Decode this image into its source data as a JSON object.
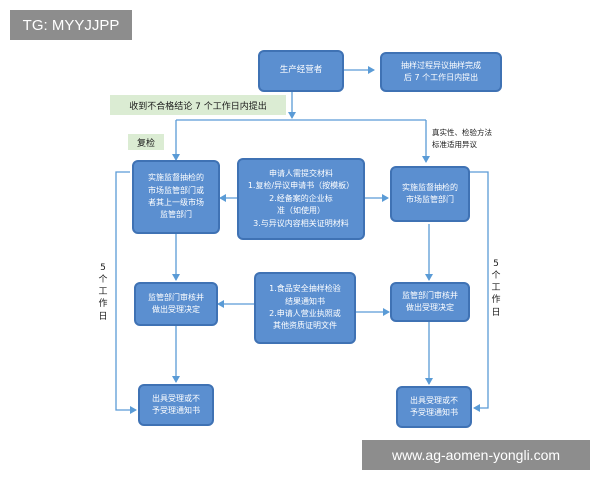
{
  "watermarks": {
    "top": "TG: MYYJJPP",
    "bottom": "www.ag-aomen-yongli.com"
  },
  "nodes": {
    "producer": [
      "生产经营者"
    ],
    "retest_deadline": [
      "抽样过程异议抽样完成",
      "后 7 个工作日内提出"
    ],
    "local_authority": [
      "实施监督抽检的",
      "市场监管部门或",
      "者其上一级市场",
      "监管部门"
    ],
    "materials": [
      "申请人需提交材料",
      "1.复检/异议申请书（按模板）",
      "2.经备案的企业标",
      "准（如使用）",
      "3.与异议内容相关证明材料"
    ],
    "sampling_authority": [
      "实施监督抽检的",
      "市场监管部门"
    ],
    "review_left": [
      "监管部门审核并",
      "做出受理决定"
    ],
    "documents": [
      "1.食品安全抽样检验",
      "结果通知书",
      "2.申请人营业执照或",
      "其他资质证明文件"
    ],
    "review_right": [
      "监管部门审核并",
      "做出受理决定"
    ],
    "notice_left": [
      "出具受理或不",
      "予受理通知书"
    ],
    "notice_right": [
      "出具受理或不",
      "予受理通知书"
    ]
  },
  "labels": {
    "unqualified_deadline": "收到不合格结论 7 个工作日内提出",
    "recheck": "复检",
    "authenticity_objection": [
      "真实性、检验方法",
      "标准适用异议"
    ],
    "five_days_left": "5个工作日",
    "five_days_right": "5个工作日"
  },
  "colors": {
    "box_fill": "#5b8fd0",
    "box_border": "#3f72b4",
    "connector": "#5a9bd6",
    "green_tag": "#dbecd3",
    "watermark": "#8d8d8d"
  }
}
